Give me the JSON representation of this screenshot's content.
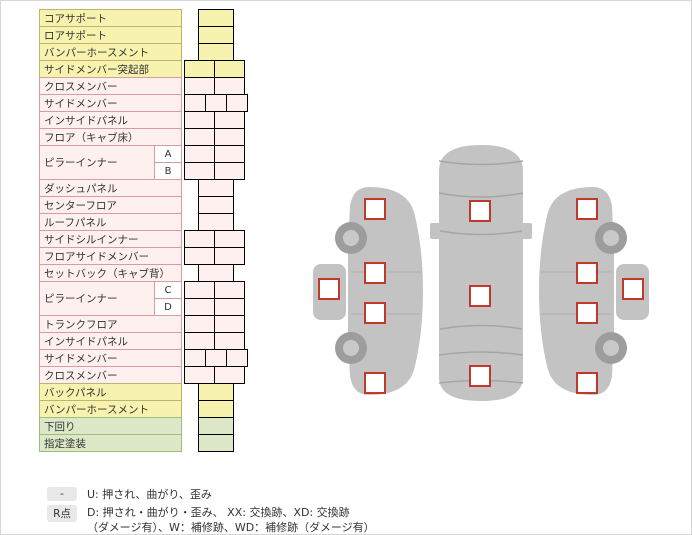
{
  "table": {
    "rows": [
      {
        "label": "コアサポート",
        "color": "yellow",
        "cells": "single"
      },
      {
        "label": "ロアサポート",
        "color": "yellow",
        "cells": "single"
      },
      {
        "label": "バンパーホースメント",
        "color": "yellow",
        "cells": "single"
      },
      {
        "label": "サイドメンバー突起部",
        "color": "yellow",
        "cells": "pair"
      },
      {
        "label": "クロスメンバー",
        "color": "pink",
        "cells": "pair"
      },
      {
        "label": "サイドメンバー",
        "color": "pink",
        "cells": "triple"
      },
      {
        "label": "インサイドパネル",
        "color": "pink",
        "cells": "pair"
      },
      {
        "label": "フロア（キャブ床）",
        "color": "pink",
        "cells": "pair"
      },
      {
        "label": "ピラーインナー",
        "color": "pink",
        "subs": [
          {
            "tag": "A",
            "cells": "pair"
          },
          {
            "tag": "B",
            "cells": "pair"
          }
        ]
      },
      {
        "label": "ダッシュパネル",
        "color": "pink",
        "cells": "single"
      },
      {
        "label": "センターフロア",
        "color": "pink",
        "cells": "single"
      },
      {
        "label": "ルーフパネル",
        "color": "pink",
        "cells": "single"
      },
      {
        "label": "サイドシルインナー",
        "color": "pink",
        "cells": "pair"
      },
      {
        "label": "フロアサイドメンバー",
        "color": "pink",
        "cells": "pair"
      },
      {
        "label": "セットバック（キャブ背）",
        "color": "pink",
        "cells": "single"
      },
      {
        "label": "ピラーインナー",
        "color": "pink",
        "subs": [
          {
            "tag": "C",
            "cells": "pair"
          },
          {
            "tag": "D",
            "cells": "pair"
          }
        ]
      },
      {
        "label": "トランクフロア",
        "color": "pink",
        "cells": "pair"
      },
      {
        "label": "インサイドパネル",
        "color": "pink",
        "cells": "pair"
      },
      {
        "label": "サイドメンバー",
        "color": "pink",
        "cells": "triple"
      },
      {
        "label": "クロスメンバー",
        "color": "pink",
        "cells": "pair"
      },
      {
        "label": "バックパネル",
        "color": "yellow",
        "cells": "single"
      },
      {
        "label": "バンパーホースメント",
        "color": "yellow",
        "cells": "single"
      },
      {
        "label": "下回り",
        "color": "green",
        "cells": "single"
      },
      {
        "label": "指定塗装",
        "color": "green",
        "cells": "single"
      }
    ]
  },
  "legend": {
    "items": [
      {
        "badge": "-",
        "text": "U: 押され、曲がり、歪み"
      },
      {
        "badge": "R点",
        "text": "D: 押され・曲がり・歪み、 XX: 交換跡、XD: 交換跡",
        "text2": "（ダメージ有）、W：補修跡、WD：補修跡（ダメージ有）"
      }
    ]
  },
  "colors": {
    "row_yellow": "#f7f2ae",
    "row_pink": "#fdf0ee",
    "row_green": "#dce8c8",
    "cell_border_pink": "#d79c9c",
    "checkbox_border": "#c0392b",
    "car_gray": "#c3c3c3"
  }
}
